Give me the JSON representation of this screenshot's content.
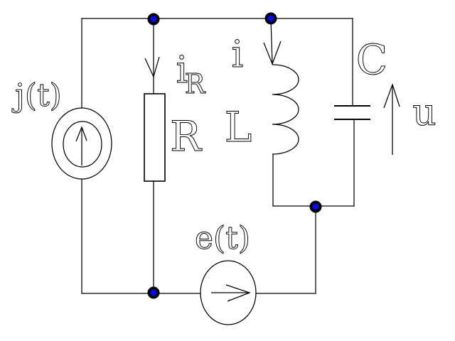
{
  "circuit": {
    "background": "#ffffff",
    "wire_color": "#000000",
    "node_color": "#0a0af0",
    "labels": {
      "current_source": "j(t)",
      "resistor_current": "i",
      "resistor_current_sub": "R",
      "resistor": "R",
      "inductor_current": "i",
      "inductor": "L",
      "capacitor": "C",
      "voltage": "u",
      "voltage_source": "e(t)"
    },
    "components": [
      {
        "id": "current-source",
        "type": "current-source",
        "label": "j(t)",
        "arrow_direction": "up"
      },
      {
        "id": "resistor",
        "type": "resistor",
        "label": "R",
        "current_label": "i_R",
        "current_direction": "down"
      },
      {
        "id": "inductor",
        "type": "inductor",
        "label": "L",
        "current_label": "i",
        "current_direction": "down"
      },
      {
        "id": "capacitor",
        "type": "capacitor",
        "label": "C",
        "voltage_label": "u",
        "voltage_direction": "up"
      },
      {
        "id": "voltage-source",
        "type": "voltage-source",
        "label": "e(t)",
        "arrow_direction": "right"
      }
    ],
    "connection_nodes": 4
  }
}
